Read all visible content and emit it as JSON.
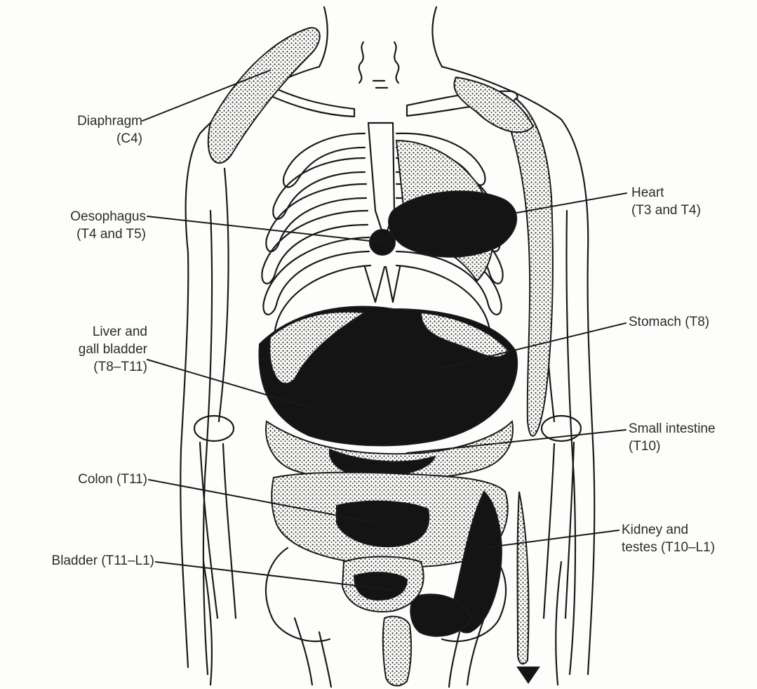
{
  "labels": {
    "diaphragm": {
      "line1": "Diaphragm",
      "line2": "(C4)"
    },
    "oesophagus": {
      "line1": "Oesophagus",
      "line2": "(T4 and T5)"
    },
    "liver": {
      "line1": "Liver and",
      "line2": "gall bladder",
      "line3": "(T8–T11)"
    },
    "colon": {
      "line1": "Colon (T11)"
    },
    "bladder": {
      "line1": "Bladder (T11–L1)"
    },
    "heart": {
      "line1": "Heart",
      "line2": "(T3 and T4)"
    },
    "stomach": {
      "line1": "Stomach (T8)"
    },
    "small_intestine": {
      "line1": "Small intestine",
      "line2": "(T10)"
    },
    "kidney": {
      "line1": "Kidney and",
      "line2": "testes (T10–L1)"
    }
  },
  "colors": {
    "ink": "#1a1a1a",
    "stipple": "#3a3a3a",
    "paper": "#fdfdfb"
  }
}
